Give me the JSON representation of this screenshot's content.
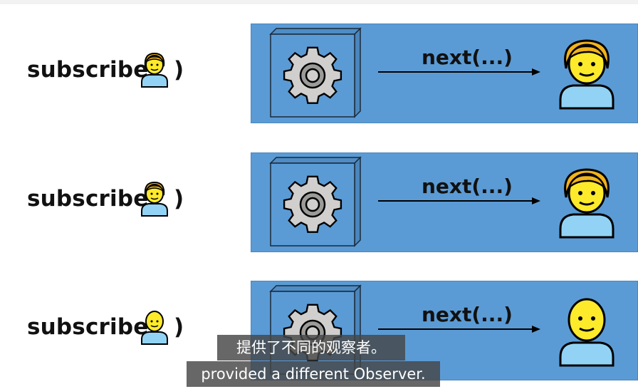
{
  "rows": [
    {
      "subscribe_label": "subscribe(",
      "close_paren": ")",
      "next_label": "next(...)",
      "observer": "person-with-hair"
    },
    {
      "subscribe_label": "subscribe(",
      "close_paren": ")",
      "next_label": "next(...)",
      "observer": "person-with-hair"
    },
    {
      "subscribe_label": "subscribe(",
      "close_paren": ")",
      "next_label": "next(...)",
      "observer": "person-bald"
    }
  ],
  "captions": {
    "chinese": "提供了不同的观察者。",
    "english": "provided a different Observer."
  },
  "colors": {
    "panel": "#5b9bd5",
    "face": "#fcea2b",
    "hair": "#f1b31c",
    "shirt": "#92d3f5"
  },
  "icons": [
    "gear-icon",
    "person-icon",
    "arrow-icon"
  ]
}
